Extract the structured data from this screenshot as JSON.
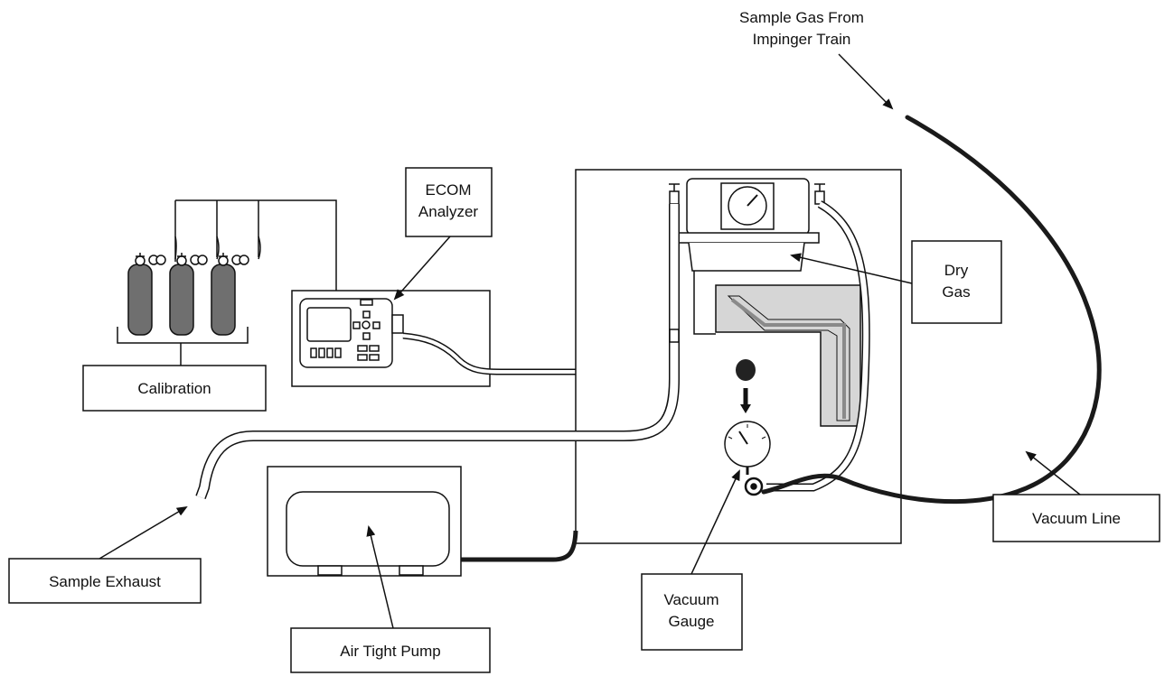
{
  "labels": {
    "sample_gas": [
      "Sample Gas From",
      "Impinger Train"
    ],
    "ecom": [
      "ECOM",
      "Analyzer"
    ],
    "dry_gas": [
      "Dry",
      "Gas"
    ],
    "calibration": "Calibration",
    "vacuum_line": "Vacuum Line",
    "sample_exhaust": "Sample Exhaust",
    "vacuum_gauge": [
      "Vacuum",
      "Gauge"
    ],
    "air_tight_pump": "Air Tight Pump"
  },
  "colors": {
    "line": "#111111",
    "cylinder": "#6f6f6f",
    "meter_fill": "#d6d6d6",
    "meter_stripe": "#8a8a8a",
    "vacuum_hose": "#1a1a1a"
  },
  "icons": {
    "cylinder": "gas-cylinder-icon",
    "gauge": "dial-gauge-icon",
    "pump": "pump-icon"
  }
}
